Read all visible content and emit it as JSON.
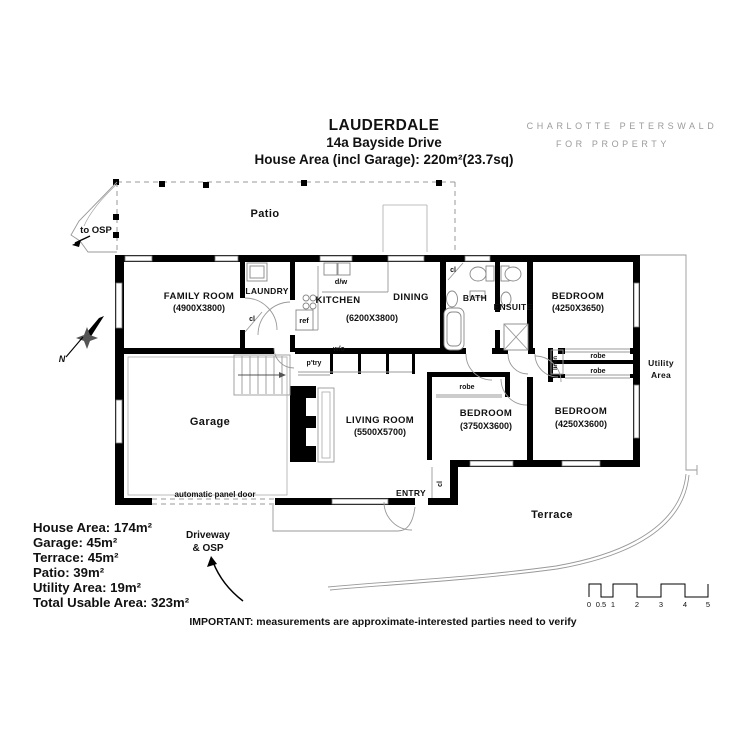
{
  "title": {
    "name": "LAUDERDALE",
    "address": "14a Bayside Drive",
    "house_area": "House Area (incl Garage): 220m²(23.7sq)"
  },
  "branding": {
    "line1": "CHARLOTTE PETERSWALD",
    "line2": "FOR PROPERTY",
    "color": "#9b9b9b"
  },
  "rooms": {
    "patio": {
      "label": "Patio"
    },
    "family_room": {
      "label": "FAMILY ROOM",
      "dims": "(4900X3800)"
    },
    "laundry": {
      "label": "LAUNDRY"
    },
    "kitchen": {
      "label": "KITCHEN",
      "dims": "(6200X3800)"
    },
    "dining": {
      "label": "DINING"
    },
    "bath": {
      "label": "BATH"
    },
    "ensuite": {
      "label": "ENSUITE"
    },
    "bedroom_top": {
      "label": "BEDROOM",
      "dims": "(4250X3650)"
    },
    "bedroom_mid": {
      "label": "BEDROOM",
      "dims": "(3750X3600)"
    },
    "bedroom_right": {
      "label": "BEDROOM",
      "dims": "(4250X3600)"
    },
    "living_room": {
      "label": "LIVING ROOM",
      "dims": "(5500X5700)"
    },
    "garage": {
      "label": "Garage"
    },
    "entry": {
      "label": "ENTRY"
    },
    "terrace": {
      "label": "Terrace"
    },
    "utility": {
      "line1": "Utility",
      "line2": "Area"
    }
  },
  "fixtures": {
    "dw": "d/w",
    "ref": "ref",
    "wo": "w/o",
    "pantry": "p'try",
    "closet": "cl",
    "robe": "robe",
    "linen": "linen",
    "garage_door": "automatic panel door"
  },
  "annotations": {
    "to_osp": "to OSP",
    "driveway1": "Driveway",
    "driveway2": "& OSP",
    "north": "N"
  },
  "areas": {
    "items": [
      "House Area: 174m²",
      "Garage: 45m²",
      "Terrace: 45m²",
      "Patio: 39m²",
      "Utility Area: 19m²",
      "Total Usable Area: 323m²"
    ]
  },
  "disclaimer": "IMPORTANT: measurements are approximate-interested parties need to verify",
  "scale_bar": {
    "labels": [
      "0",
      "0.5",
      "1",
      "2",
      "3",
      "4",
      "5"
    ]
  }
}
